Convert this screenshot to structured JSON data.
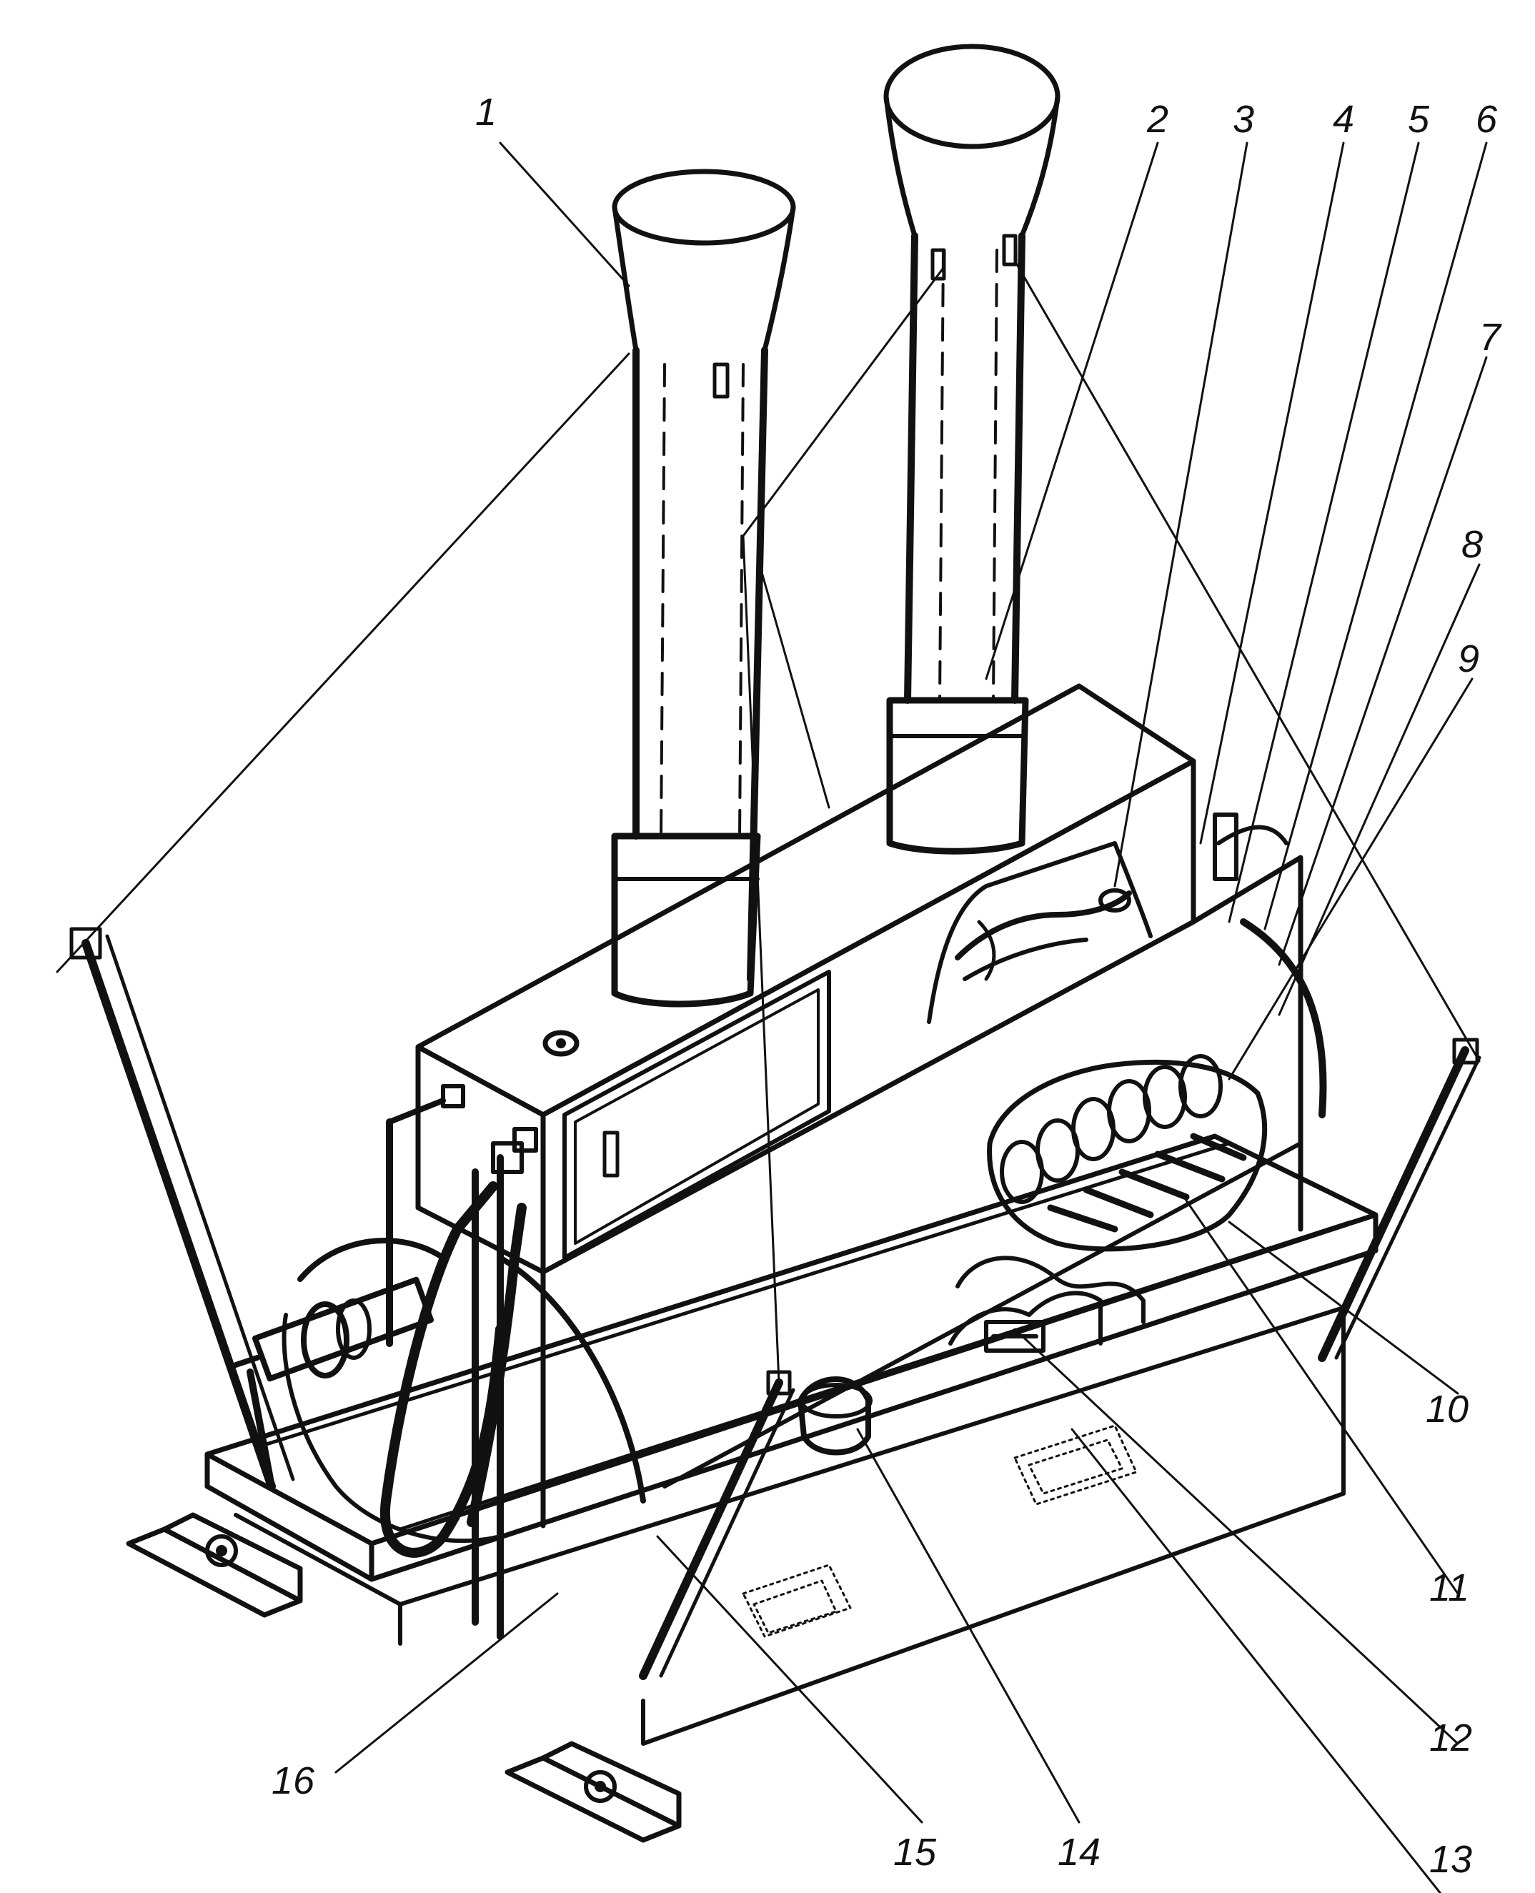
{
  "figure": {
    "callouts": [
      {
        "id": "1",
        "label": "1"
      },
      {
        "id": "2",
        "label": "2"
      },
      {
        "id": "3",
        "label": "3"
      },
      {
        "id": "4",
        "label": "4"
      },
      {
        "id": "5",
        "label": "5"
      },
      {
        "id": "6",
        "label": "6"
      },
      {
        "id": "7",
        "label": "7"
      },
      {
        "id": "8",
        "label": "8"
      },
      {
        "id": "9",
        "label": "9"
      },
      {
        "id": "10",
        "label": "10"
      },
      {
        "id": "11",
        "label": "11"
      },
      {
        "id": "12",
        "label": "12"
      },
      {
        "id": "13",
        "label": "13"
      },
      {
        "id": "14",
        "label": "14"
      },
      {
        "id": "15",
        "label": "15"
      },
      {
        "id": "16",
        "label": "16"
      }
    ]
  },
  "colors": {
    "ink": "#111111",
    "background": "#ffffff"
  }
}
